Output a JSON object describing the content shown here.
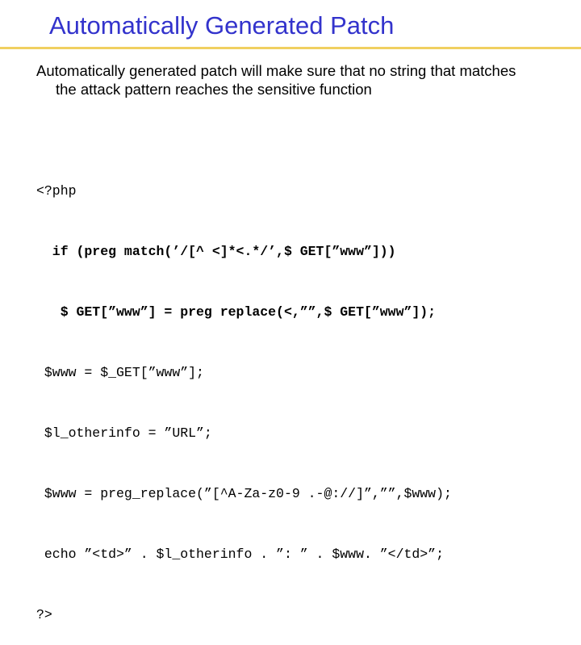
{
  "slide": {
    "title": "Automatically Generated Patch",
    "bullet_line1": "Automatically generated patch will make sure that no string that matches",
    "bullet_line2": "the attack pattern reaches the sensitive function"
  },
  "code": {
    "line1": "<?php",
    "line2": "  if (preg match(’/[^ <]*<.*/’,$ GET[”www”]))",
    "line3": "   $ GET[”www”] = preg replace(<,””,$ GET[”www”]);",
    "line4": " $www = $_GET[”www”];",
    "line5": " $l_otherinfo = ”URL”;",
    "line6": " $www = preg_replace(”[^A-Za-z0-9 .-@://]”,””,$www);",
    "line7": " echo ”<td>” . $l_otherinfo . ”: ” . $www. ”</td>”;",
    "line8": "?>"
  },
  "colors": {
    "title": "#3333cc",
    "rule": "#f0d060",
    "text": "#000000"
  }
}
